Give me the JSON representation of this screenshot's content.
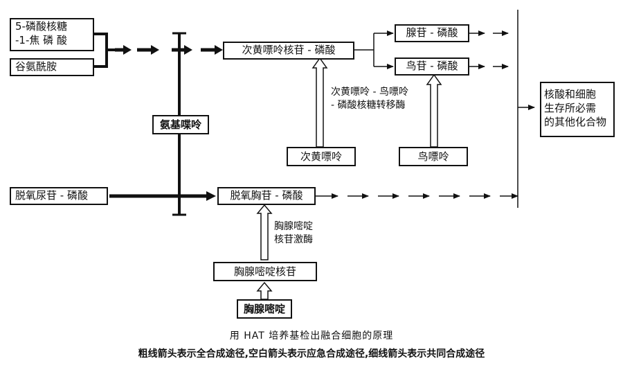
{
  "nodes": {
    "prpp_line1": "5-磷酸核糖",
    "prpp_line2": "-1-焦 磷 酸",
    "glutamine": "谷氨酰胺",
    "aminopterin": "氨基喋呤",
    "imp": "次黄嘌呤核苷 - 磷酸",
    "amp": "腺苷 - 磷酸",
    "gmp": "鸟苷 - 磷酸",
    "hypoxanthine": "次黄嘌呤",
    "guanine": "鸟嘌呤",
    "final_line1": "核酸和细胞",
    "final_line2": "生存所必需",
    "final_line3": "的其他化合物",
    "dump": "脱氧尿苷 - 磷酸",
    "dtmp": "脱氧胸苷 - 磷酸",
    "thymidine": "胸腺嘧啶核苷",
    "thymine": "胸腺嘧啶"
  },
  "enzymes": {
    "hgprt_line1": "次黄嘌呤 - 鸟嘌呤",
    "hgprt_line2": "- 磷酸核糖转移酶",
    "tk_line1": "胸腺嘧啶",
    "tk_line2": "核苷激酶"
  },
  "caption": {
    "title": "用 HAT 培养基检出融合细胞的原理",
    "note": "粗线箭头表示全合成途径,空白箭头表示应急合成途径,细线箭头表示共同合成途径"
  }
}
